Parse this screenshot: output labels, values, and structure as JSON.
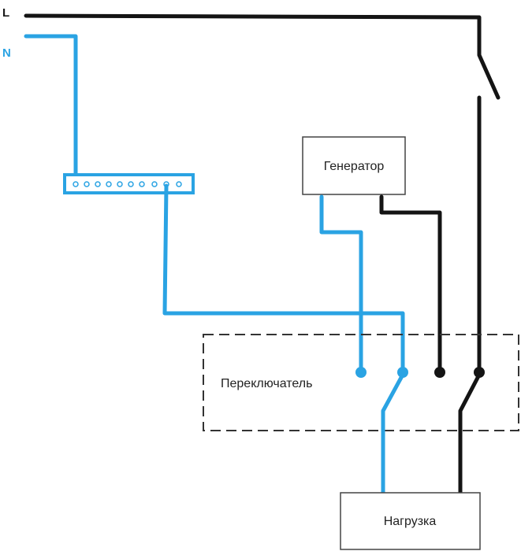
{
  "wires": {
    "phase_label": "L",
    "neutral_label": "N"
  },
  "generator": {
    "label": "Генератор"
  },
  "switch": {
    "label": "Переключатель"
  },
  "load": {
    "label": "Нагрузка"
  },
  "colors": {
    "phase": "#141414",
    "neutral": "#2aa3e3",
    "border": "#444444"
  }
}
